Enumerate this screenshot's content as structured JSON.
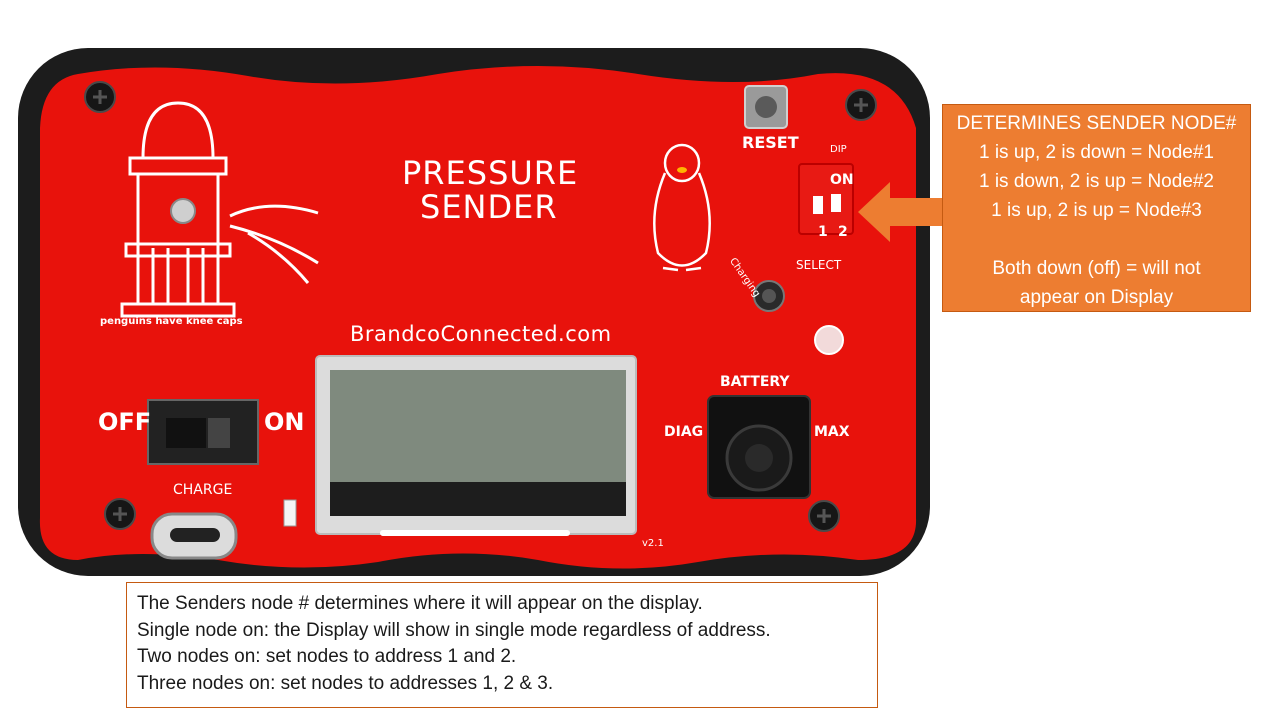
{
  "device": {
    "title_line1": "PRESSURE",
    "title_line2": "SENDER",
    "website": "BrandcoConnected.com",
    "slogan": "penguins have knee caps",
    "reset_label": "RESET",
    "dip_label": "DIP",
    "dip_on_label": "ON",
    "dip_switch_1": "1",
    "dip_switch_2": "2",
    "select_label": "SELECT",
    "charging_label": "Charging",
    "power_off_label": "OFF",
    "power_on_label": "ON",
    "charge_label": "CHARGE",
    "battery_label": "BATTERY",
    "diag_label": "DIAG",
    "max_label": "MAX",
    "version": "v2.1"
  },
  "callout": {
    "lines": [
      "DETERMINES SENDER NODE#",
      "1 is up, 2 is down = Node#1",
      "1 is down, 2 is up = Node#2",
      "1 is up, 2 is up = Node#3",
      "",
      "Both down (off) = will not",
      "appear on Display"
    ]
  },
  "notes": {
    "lines": [
      "The Senders node # determines where it will appear on the display.",
      "Single node on: the Display will show in single mode regardless of address.",
      "Two nodes on: set nodes to address 1 and 2.",
      "Three nodes on: set nodes to addresses 1, 2 & 3."
    ]
  },
  "colors": {
    "board_red": "#e8120c",
    "case_black": "#1c1c1c",
    "callout_orange": "#ed7d31"
  }
}
